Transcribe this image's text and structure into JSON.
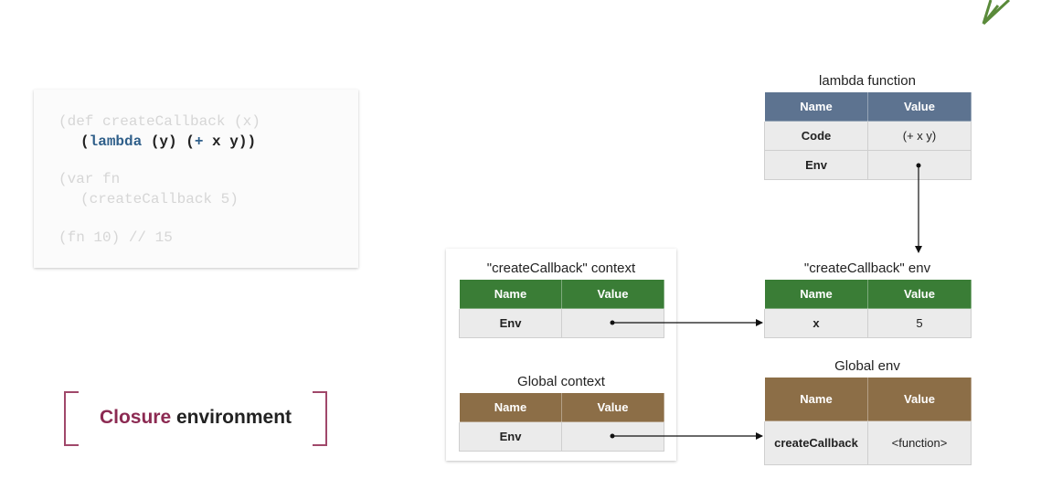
{
  "code": {
    "lines": [
      "(def createCallback (x)",
      "(lambda (y) (+ x y))",
      "(var fn",
      "(createCallback 5)",
      "(fn 10) // 15"
    ],
    "lambda_tokens": {
      "kw": "lambda",
      "mid1": " (y) (",
      "plus": "+",
      "mid2": " x y))",
      "open": "("
    }
  },
  "closure_label": {
    "word1": "Closure",
    "word2": " environment"
  },
  "lambda_function": {
    "caption": "lambda function",
    "header": {
      "name": "Name",
      "value": "Value"
    },
    "rows": [
      {
        "name": "Code",
        "value": "(+ x y)"
      },
      {
        "name": "Env",
        "value": ""
      }
    ]
  },
  "create_callback_context": {
    "caption": "\"createCallback\" context",
    "header": {
      "name": "Name",
      "value": "Value"
    },
    "rows": [
      {
        "name": "Env",
        "value": ""
      }
    ]
  },
  "global_context": {
    "caption": "Global context",
    "header": {
      "name": "Name",
      "value": "Value"
    },
    "rows": [
      {
        "name": "Env",
        "value": ""
      }
    ]
  },
  "create_callback_env": {
    "caption": "\"createCallback\" env",
    "header": {
      "name": "Name",
      "value": "Value"
    },
    "rows": [
      {
        "name": "x",
        "value": "5"
      }
    ]
  },
  "global_env": {
    "caption": "Global env",
    "header": {
      "name": "Name",
      "value": "Value"
    },
    "rows": [
      {
        "name": "createCallback",
        "value": "<function>"
      }
    ]
  },
  "colors": {
    "lambda_header": "#5d7390",
    "context_header": "#3a7d36",
    "global_header": "#8c6e47",
    "closure_accent": "#8c2a52"
  }
}
